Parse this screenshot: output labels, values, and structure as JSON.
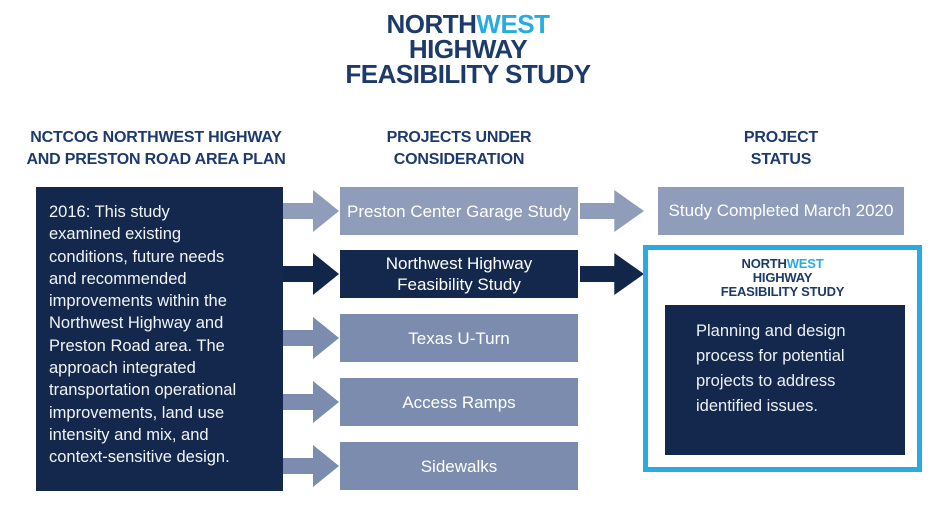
{
  "logo": {
    "top": "NORTH",
    "top_accent": "WEST",
    "mid": "HIGHWAY",
    "bottom": "FEASIBILITY STUDY"
  },
  "colors": {
    "navy": "#14284e",
    "header_navy": "#1d3a6e",
    "blue_gray": "#7b8cae",
    "blue_gray_light": "#8f9cba",
    "accent_cyan": "#29abe2"
  },
  "plan_column": {
    "header_lines": [
      "NCTCOG NORTHWEST HIGHWAY",
      "AND PRESTON ROAD AREA PLAN"
    ],
    "box_lines": [
      "2016: This study",
      "examined existing",
      "conditions, future needs",
      "and recommended",
      "improvements within the",
      "Northwest Highway and",
      "Preston Road area. The",
      "approach integrated",
      "transportation operational",
      "improvements, land use",
      "intensity and mix, and",
      "context-sensitive design."
    ]
  },
  "projects_column": {
    "header_lines": [
      "PROJECTS UNDER",
      "CONSIDERATION"
    ],
    "items": [
      {
        "label_lines": [
          "Preston Center Garage Study"
        ],
        "style": "light"
      },
      {
        "label_lines": [
          "Northwest Highway",
          "Feasibility Study"
        ],
        "style": "navy"
      },
      {
        "label_lines": [
          "Texas U-Turn"
        ],
        "style": "standard"
      },
      {
        "label_lines": [
          "Access Ramps"
        ],
        "style": "standard"
      },
      {
        "label_lines": [
          "Sidewalks"
        ],
        "style": "standard"
      }
    ]
  },
  "status_column": {
    "header_lines": [
      "PROJECT",
      "STATUS"
    ],
    "completed_box": {
      "label": "Study Completed March 2020"
    },
    "active_card": {
      "box_lines": [
        "Planning and design",
        "process for potential",
        "projects to address",
        "identified issues."
      ]
    }
  },
  "flow": {
    "left_arrows": [
      {
        "style": "light"
      },
      {
        "style": "navy"
      },
      {
        "style": "standard"
      },
      {
        "style": "standard"
      },
      {
        "style": "standard"
      }
    ],
    "right_arrows": [
      {
        "style": "light"
      },
      {
        "style": "navy"
      }
    ]
  }
}
